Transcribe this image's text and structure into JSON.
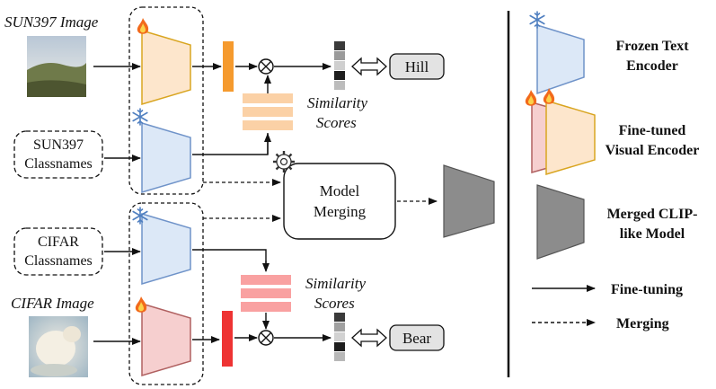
{
  "top": {
    "image_label": "SUN397 Image",
    "classnames_line1": "SUN397",
    "classnames_line2": "Classnames",
    "similarity_line1": "Similarity",
    "similarity_line2": "Scores",
    "prediction": "Hill"
  },
  "bottom": {
    "image_label": "CIFAR Image",
    "classnames_line1": "CIFAR",
    "classnames_line2": "Classnames",
    "similarity_line1": "Similarity",
    "similarity_line2": "Scores",
    "prediction": "Bear"
  },
  "center": {
    "merge_line1": "Model",
    "merge_line2": "Merging"
  },
  "legend": {
    "frozen_line1": "Frozen Text",
    "frozen_line2": "Encoder",
    "finetuned_line1": "Fine-tuned",
    "finetuned_line2": "Visual Encoder",
    "merged_line1": "Merged CLIP-",
    "merged_line2": "like Model",
    "finetuning": "Fine-tuning",
    "merging": "Merging"
  },
  "colors": {
    "frozen_fill": "#dce8f7",
    "frozen_stroke": "#6f93c9",
    "sun_fill": "#fde6cc",
    "sun_stroke": "#d9a520",
    "cifar_fill": "#f6cfcf",
    "cifar_stroke": "#b06060",
    "orange_feature": "#f59a2e",
    "red_feature": "#ee3333",
    "text_emb_top": "#fbd1a6",
    "text_emb_bottom": "#f9a1a1",
    "merged_fill": "#8c8c8c"
  }
}
